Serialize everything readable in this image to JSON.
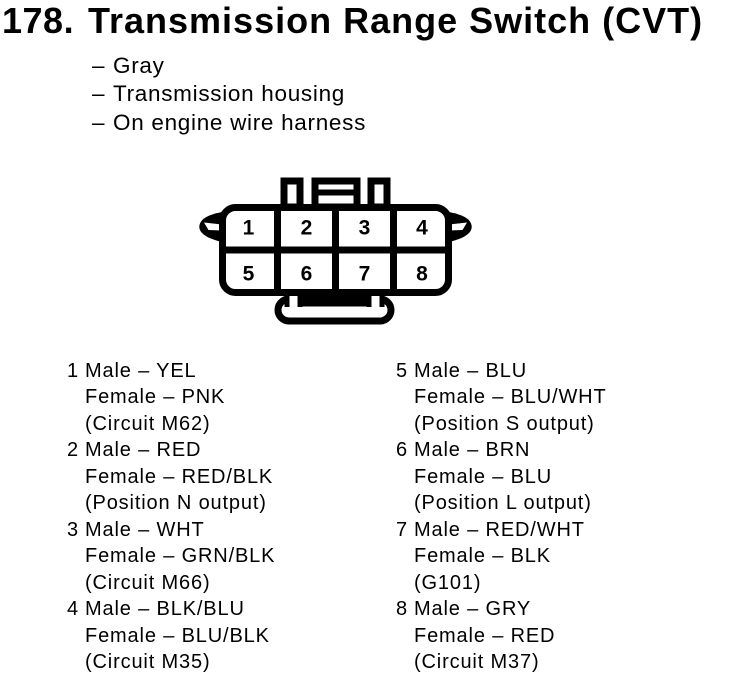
{
  "page": {
    "section_number": "178.",
    "title": "Transmission Range Switch (CVT)",
    "attributes": [
      {
        "dash": "–",
        "text": "Gray"
      },
      {
        "dash": "–",
        "text": "Transmission housing"
      },
      {
        "dash": "–",
        "text": "On engine wire harness"
      }
    ]
  },
  "connector": {
    "rows": [
      [
        "1",
        "2",
        "3",
        "4"
      ],
      [
        "5",
        "6",
        "7",
        "8"
      ]
    ]
  },
  "pins": {
    "left": [
      {
        "num": "1",
        "lines": [
          "Male – YEL",
          "Female – PNK",
          "(Circuit M62)"
        ]
      },
      {
        "num": "2",
        "lines": [
          "Male – RED",
          "Female – RED/BLK",
          "(Position N output)"
        ]
      },
      {
        "num": "3",
        "lines": [
          "Male – WHT",
          "Female – GRN/BLK",
          "(Circuit M66)"
        ]
      },
      {
        "num": "4",
        "lines": [
          "Male – BLK/BLU",
          "Female – BLU/BLK",
          "(Circuit M35)"
        ]
      }
    ],
    "right": [
      {
        "num": "5",
        "lines": [
          "Male – BLU",
          "Female – BLU/WHT",
          "(Position S output)"
        ]
      },
      {
        "num": "6",
        "lines": [
          "Male – BRN",
          "Female – BLU",
          "(Position L output)"
        ]
      },
      {
        "num": "7",
        "lines": [
          "Male – RED/WHT",
          "Female – BLK",
          "(G101)"
        ]
      },
      {
        "num": "8",
        "lines": [
          "Male – GRY",
          "Female – RED",
          "(Circuit M37)"
        ]
      }
    ]
  },
  "colors": {
    "ink": "#000000",
    "paper": "#ffffff"
  }
}
